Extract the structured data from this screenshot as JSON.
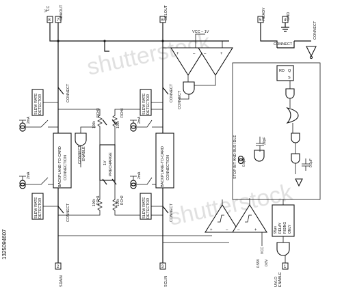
{
  "pins": {
    "vcc": "V",
    "vcc_sub": "CC",
    "sdaout": "SDAOUT",
    "sclout": "SCLOUT",
    "ready": "READY",
    "gnd": "GND",
    "sdain": "SDAIN",
    "sclin": "SCLIN",
    "uvlo_enable_1": "UVLO",
    "uvlo_enable_2": "ENABLE"
  },
  "pin_numbers": {
    "vcc": "8",
    "sdaout": "7",
    "sclout": "6",
    "ready": "5",
    "gnd": "4",
    "sdain": "2",
    "sclin": "3",
    "enable": "1"
  },
  "labels": {
    "connect": "CONNECT",
    "vcc_minus_1v": "VCC – 1V",
    "slew_rate_detector_1": "SLEW RATE",
    "slew_rate_detector_2": "DETECTOR",
    "backplane_1": "BACKPLANE-TO-CARD",
    "backplane_2": "CONNECTION",
    "current_2ma": "2mA",
    "connect_enable_1": "CONNECT",
    "connect_enable_2": "ENABLE",
    "precharge_1": "1V",
    "precharge_2": "PRECHARGE",
    "r_100k": "100k",
    "rch1": "RCH1",
    "rch2": "RCH2",
    "rch3": "RCH3",
    "rch4": "RCH4",
    "stop_bit": "STOP BIT AND BUS IDLE",
    "rd": "RD",
    "q": "Q",
    "s": "S",
    "cap_20pf": "20pF",
    "cap_5pf": "0.5pF",
    "current_5ua": "0.5μA",
    "delay_1": "95μs",
    "delay_2": "RELAY",
    "delay_3": "RISING",
    "delay_4": "ONLY",
    "ref_055": "0.55V",
    "ref_vcc": "VCC",
    "ref_06": "0.6V"
  },
  "watermark": "shutterstock",
  "stock_id": "1325094607"
}
